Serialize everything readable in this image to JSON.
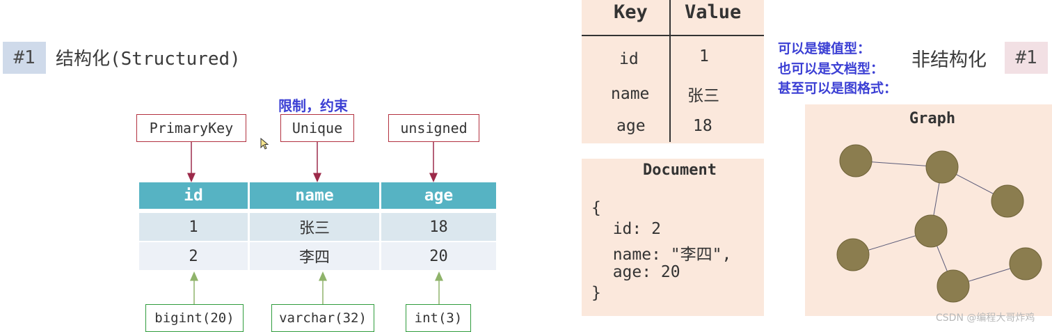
{
  "structured": {
    "badge": "#1",
    "title": "结构化(Structured)",
    "constraint_note": "限制，约束",
    "constraints": [
      "PrimaryKey",
      "Unique",
      "unsigned"
    ],
    "columns": [
      "id",
      "name",
      "age"
    ],
    "rows": [
      [
        "1",
        "张三",
        "18"
      ],
      [
        "2",
        "李四",
        "20"
      ]
    ],
    "types": [
      "bigint(20)",
      "varchar(32)",
      "int(3)"
    ]
  },
  "key_value": {
    "header_key": "Key",
    "header_value": "Value",
    "keys": [
      "id",
      "name",
      "age"
    ],
    "values": [
      "1",
      "张三",
      "18"
    ]
  },
  "document": {
    "title": "Document",
    "lines": [
      "{",
      "  id: 2",
      "  name: \"李四\",",
      "  age: 20",
      "}"
    ]
  },
  "unstructured": {
    "badge": "#1",
    "title": "非结构化",
    "notes": [
      "可以是键值型：",
      "也可以是文档型：",
      "甚至可以是图格式："
    ],
    "graph_title": "Graph"
  },
  "watermark": "CSDN @编程大哥炸鸡"
}
